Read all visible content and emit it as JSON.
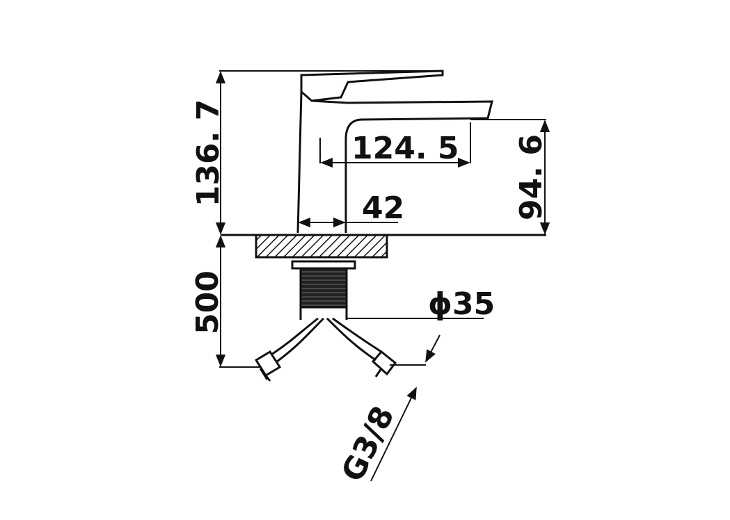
{
  "dimensions": {
    "total_height": "136. 7",
    "spout_reach": "124. 5",
    "spout_height": "94. 6",
    "body_width": "42",
    "hose_length": "500",
    "mount_diameter": "ϕ35",
    "connection_thread": "G3/8"
  },
  "colors": {
    "line": "#111111",
    "background": "#ffffff"
  }
}
